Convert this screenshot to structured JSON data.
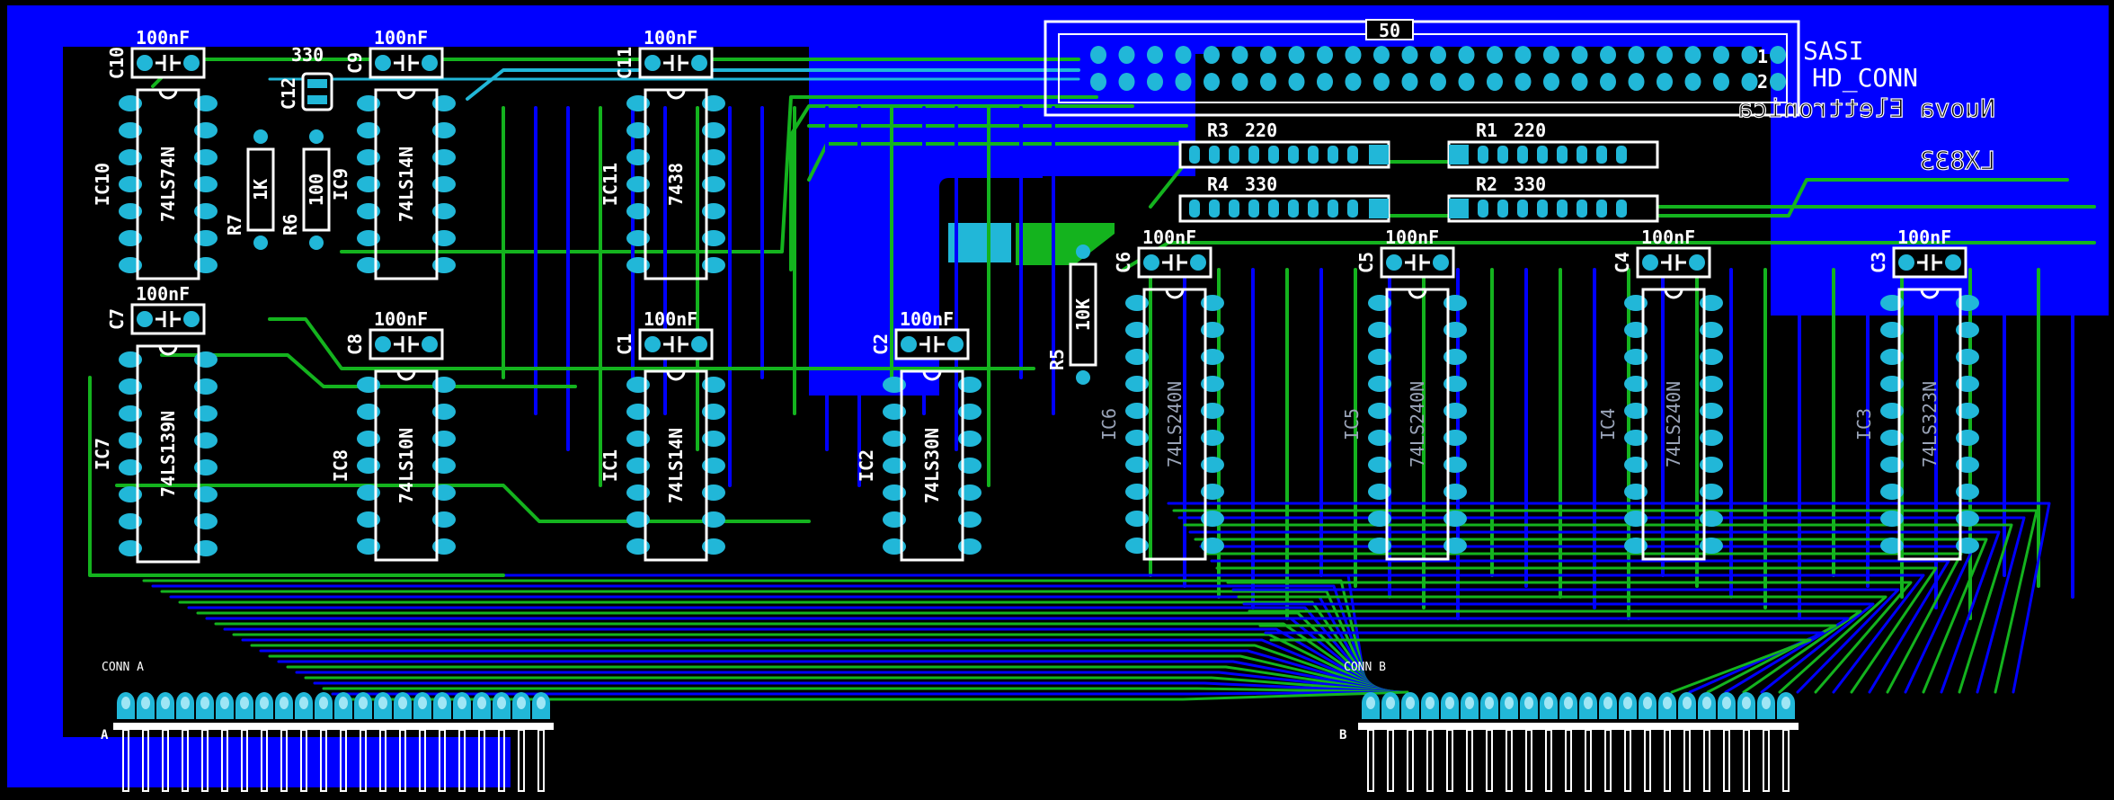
{
  "colors": {
    "background": "#000000",
    "copper_bottom": "#0000ff",
    "copper_top": "#14b31e",
    "pad": "#21b7d8",
    "silkscreen": "#ffffff",
    "ghost_text": "#9aa4b8"
  },
  "header": {
    "name": "HD_CONN",
    "label_system": "SASI",
    "pin_50": "50",
    "pin_1": "1",
    "pin_2": "2",
    "mirror_line1": "Nuova Elettronica",
    "mirror_line2": "LX833"
  },
  "edge_connectors": {
    "a_label": "CONN A",
    "a_letter": "A",
    "b_label": "CONN B",
    "b_letter": "B"
  },
  "chips": [
    {
      "ref": "IC10",
      "part": "74LS74N",
      "cap_ref": "C10",
      "cap_val": "100nF",
      "ghost": false
    },
    {
      "ref": "IC9",
      "part": "74LS14N",
      "cap_ref": "C9",
      "cap_val": "100nF",
      "ghost": false
    },
    {
      "ref": "IC11",
      "part": "7438",
      "cap_ref": "C11",
      "cap_val": "100nF",
      "ghost": false
    },
    {
      "ref": "IC7",
      "part": "74LS139N",
      "cap_ref": "C7",
      "cap_val": "100nF",
      "ghost": false
    },
    {
      "ref": "IC8",
      "part": "74LS10N",
      "cap_ref": "C8",
      "cap_val": "100nF",
      "ghost": false
    },
    {
      "ref": "IC1",
      "part": "74LS14N",
      "cap_ref": "C1",
      "cap_val": "100nF",
      "ghost": false
    },
    {
      "ref": "IC2",
      "part": "74LS30N",
      "cap_ref": "C2",
      "cap_val": "100nF",
      "ghost": false
    },
    {
      "ref": "IC6",
      "part": "74LS240N",
      "cap_ref": "C6",
      "cap_val": "100nF",
      "ghost": true
    },
    {
      "ref": "IC5",
      "part": "74LS240N",
      "cap_ref": "C5",
      "cap_val": "100nF",
      "ghost": true
    },
    {
      "ref": "IC4",
      "part": "74LS240N",
      "cap_ref": "C4",
      "cap_val": "100nF",
      "ghost": true
    },
    {
      "ref": "IC3",
      "part": "74LS323N",
      "cap_ref": "C3",
      "cap_val": "100nF",
      "ghost": true
    }
  ],
  "resistors": [
    {
      "ref": "R7",
      "value": "1K"
    },
    {
      "ref": "R6",
      "value": "100"
    },
    {
      "ref": "R5",
      "value": "10K"
    }
  ],
  "small_cap": {
    "ref": "C12",
    "value": "330"
  },
  "networks": [
    {
      "ref": "R3",
      "value": "220"
    },
    {
      "ref": "R1",
      "value": "220"
    },
    {
      "ref": "R4",
      "value": "330"
    },
    {
      "ref": "R2",
      "value": "330"
    }
  ]
}
